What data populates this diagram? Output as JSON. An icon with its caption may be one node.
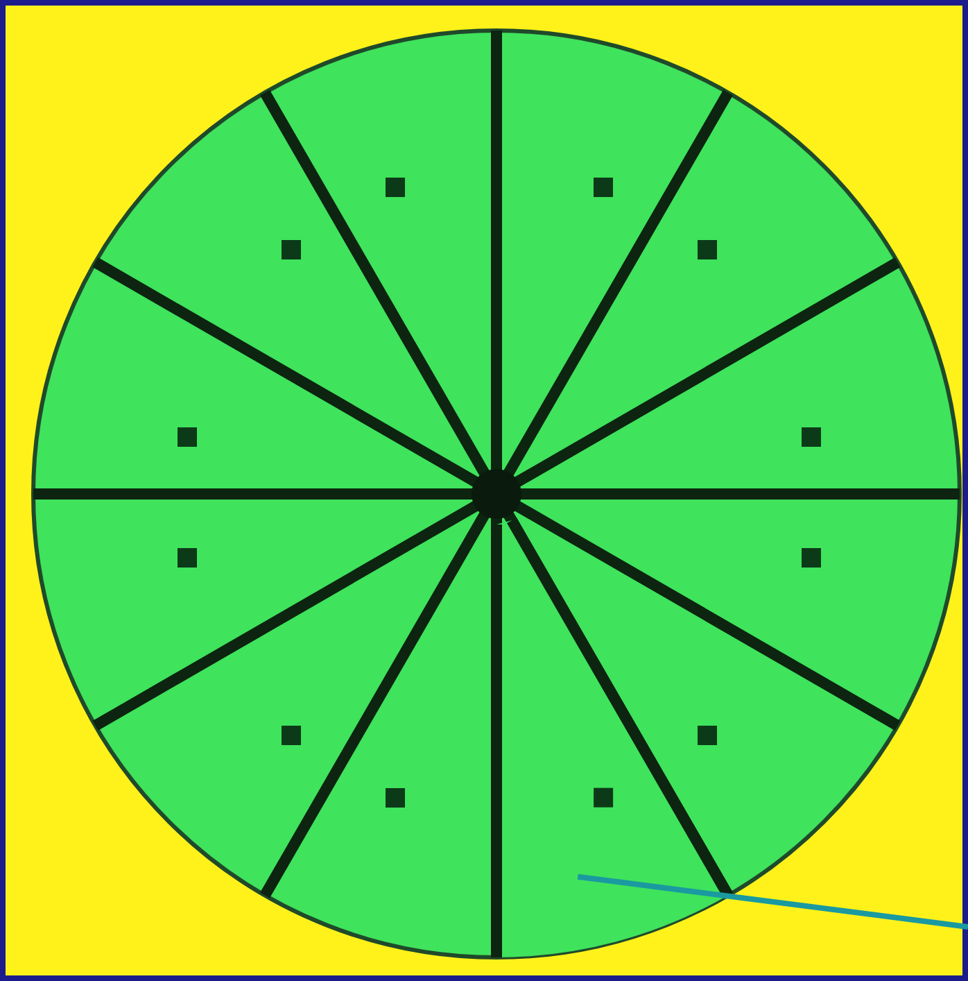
{
  "diagram": {
    "nodes": [
      {
        "text": [],
        "shape": "circle"
      },
      {
        "text": [],
        "shape": "sector",
        "in": 0
      }
    ],
    "edges": [
      {
        "from": null,
        "to": 1,
        "arrow": "none"
      }
    ]
  }
}
